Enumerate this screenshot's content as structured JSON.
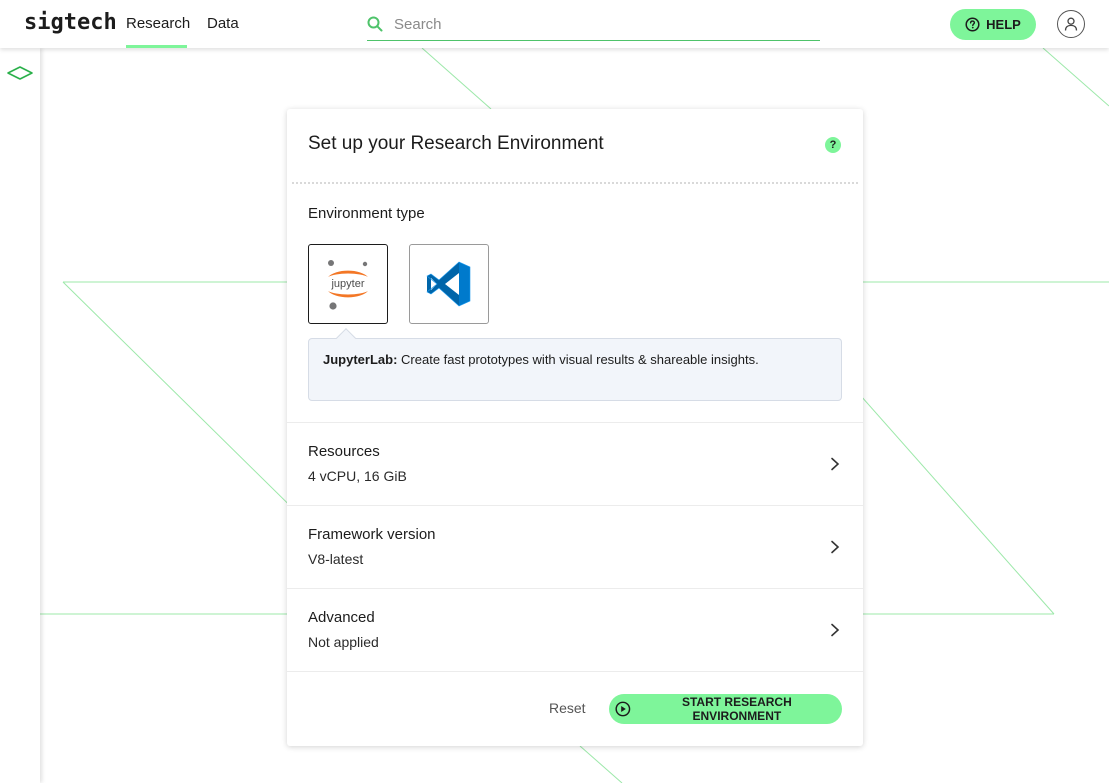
{
  "app": {
    "logo_text": "sigtech"
  },
  "nav": {
    "tabs": [
      {
        "label": "Research",
        "active": true
      },
      {
        "label": "Data",
        "active": false
      }
    ]
  },
  "search": {
    "placeholder": "Search",
    "value": ""
  },
  "header": {
    "help_label": "HELP"
  },
  "card": {
    "title": "Set up your Research Environment",
    "help_glyph": "?",
    "environment_type_label": "Environment type",
    "environments": [
      {
        "name": "JupyterLab",
        "icon": "jupyter-logo-icon",
        "selected": true
      },
      {
        "name": "VS Code",
        "icon": "vscode-logo-icon",
        "selected": false
      }
    ],
    "jupyter_logo_text": "jupyter",
    "description": {
      "name": "JupyterLab:",
      "text": "Create fast prototypes with visual results & shareable insights."
    },
    "rows": [
      {
        "title": "Resources",
        "value": "4 vCPU, 16 GiB"
      },
      {
        "title": "Framework version",
        "value": "V8-latest"
      },
      {
        "title": "Advanced",
        "value": "Not applied"
      }
    ],
    "reset_label": "Reset",
    "start_label": "START RESEARCH ENVIRONMENT"
  },
  "colors": {
    "accent": "#7ef59a",
    "accent_line": "#4ec36a",
    "bg_line": "#9ce8a9"
  }
}
